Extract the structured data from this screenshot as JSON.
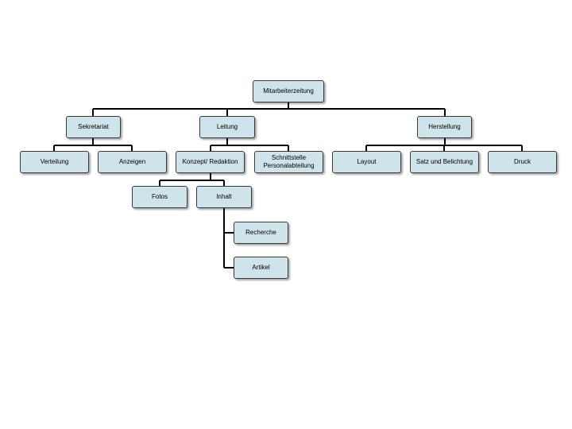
{
  "diagram": {
    "type": "org-chart",
    "colors": {
      "box_fill": "#cfe4ea",
      "box_border": "#3a3a3a",
      "connector": "#000000"
    },
    "nodes": {
      "root": "Mitarbeiterzeitung",
      "sekretariat": "Sekretariat",
      "leitung": "Leitung",
      "herstellung": "Herstellung",
      "verteilung": "Verteilung",
      "anzeigen": "Anzeigen",
      "konzept": "Konzept/ Redaktion",
      "schnittstelle": "Schnittstelle Personalabteilung",
      "layout": "Layout",
      "satz": "Satz und Belichtung",
      "druck": "Druck",
      "fotos": "Fotos",
      "inhalt": "Inhalt",
      "recherche": "Recherche",
      "artikel": "Artikel"
    }
  }
}
